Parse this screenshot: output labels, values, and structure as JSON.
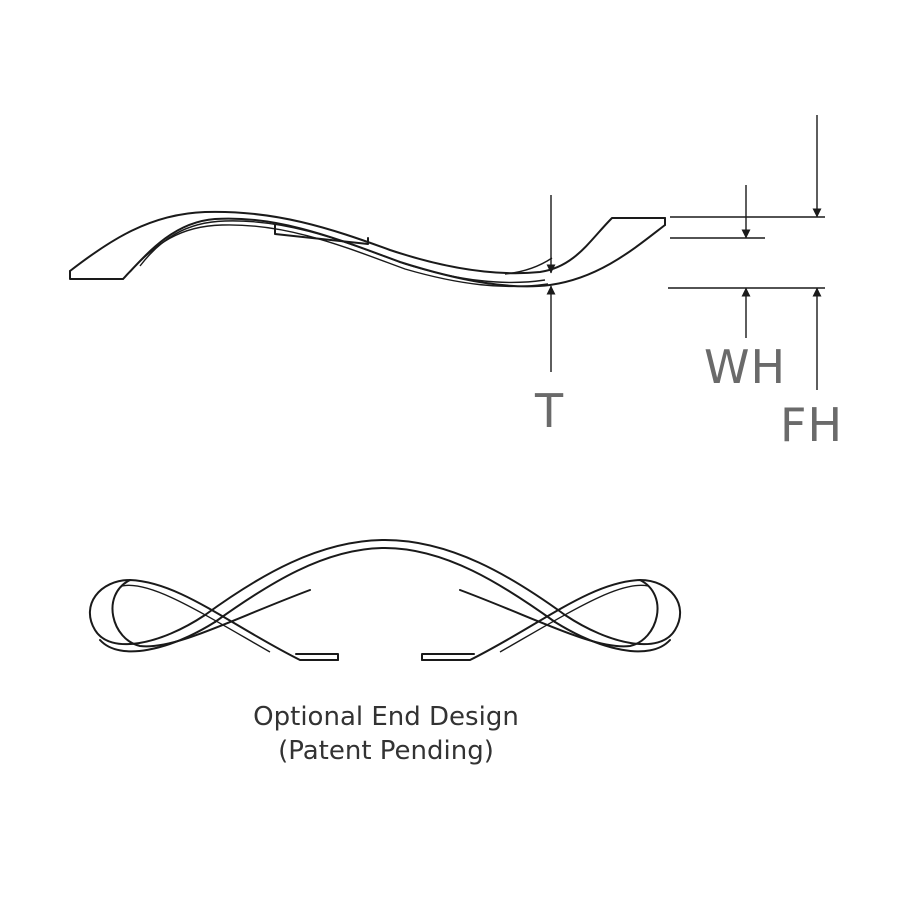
{
  "dimensions": {
    "thickness_label": "T",
    "working_height_label": "WH",
    "free_height_label": "FH"
  },
  "caption": {
    "line1": "Optional End Design",
    "line2": "(Patent Pending)"
  }
}
